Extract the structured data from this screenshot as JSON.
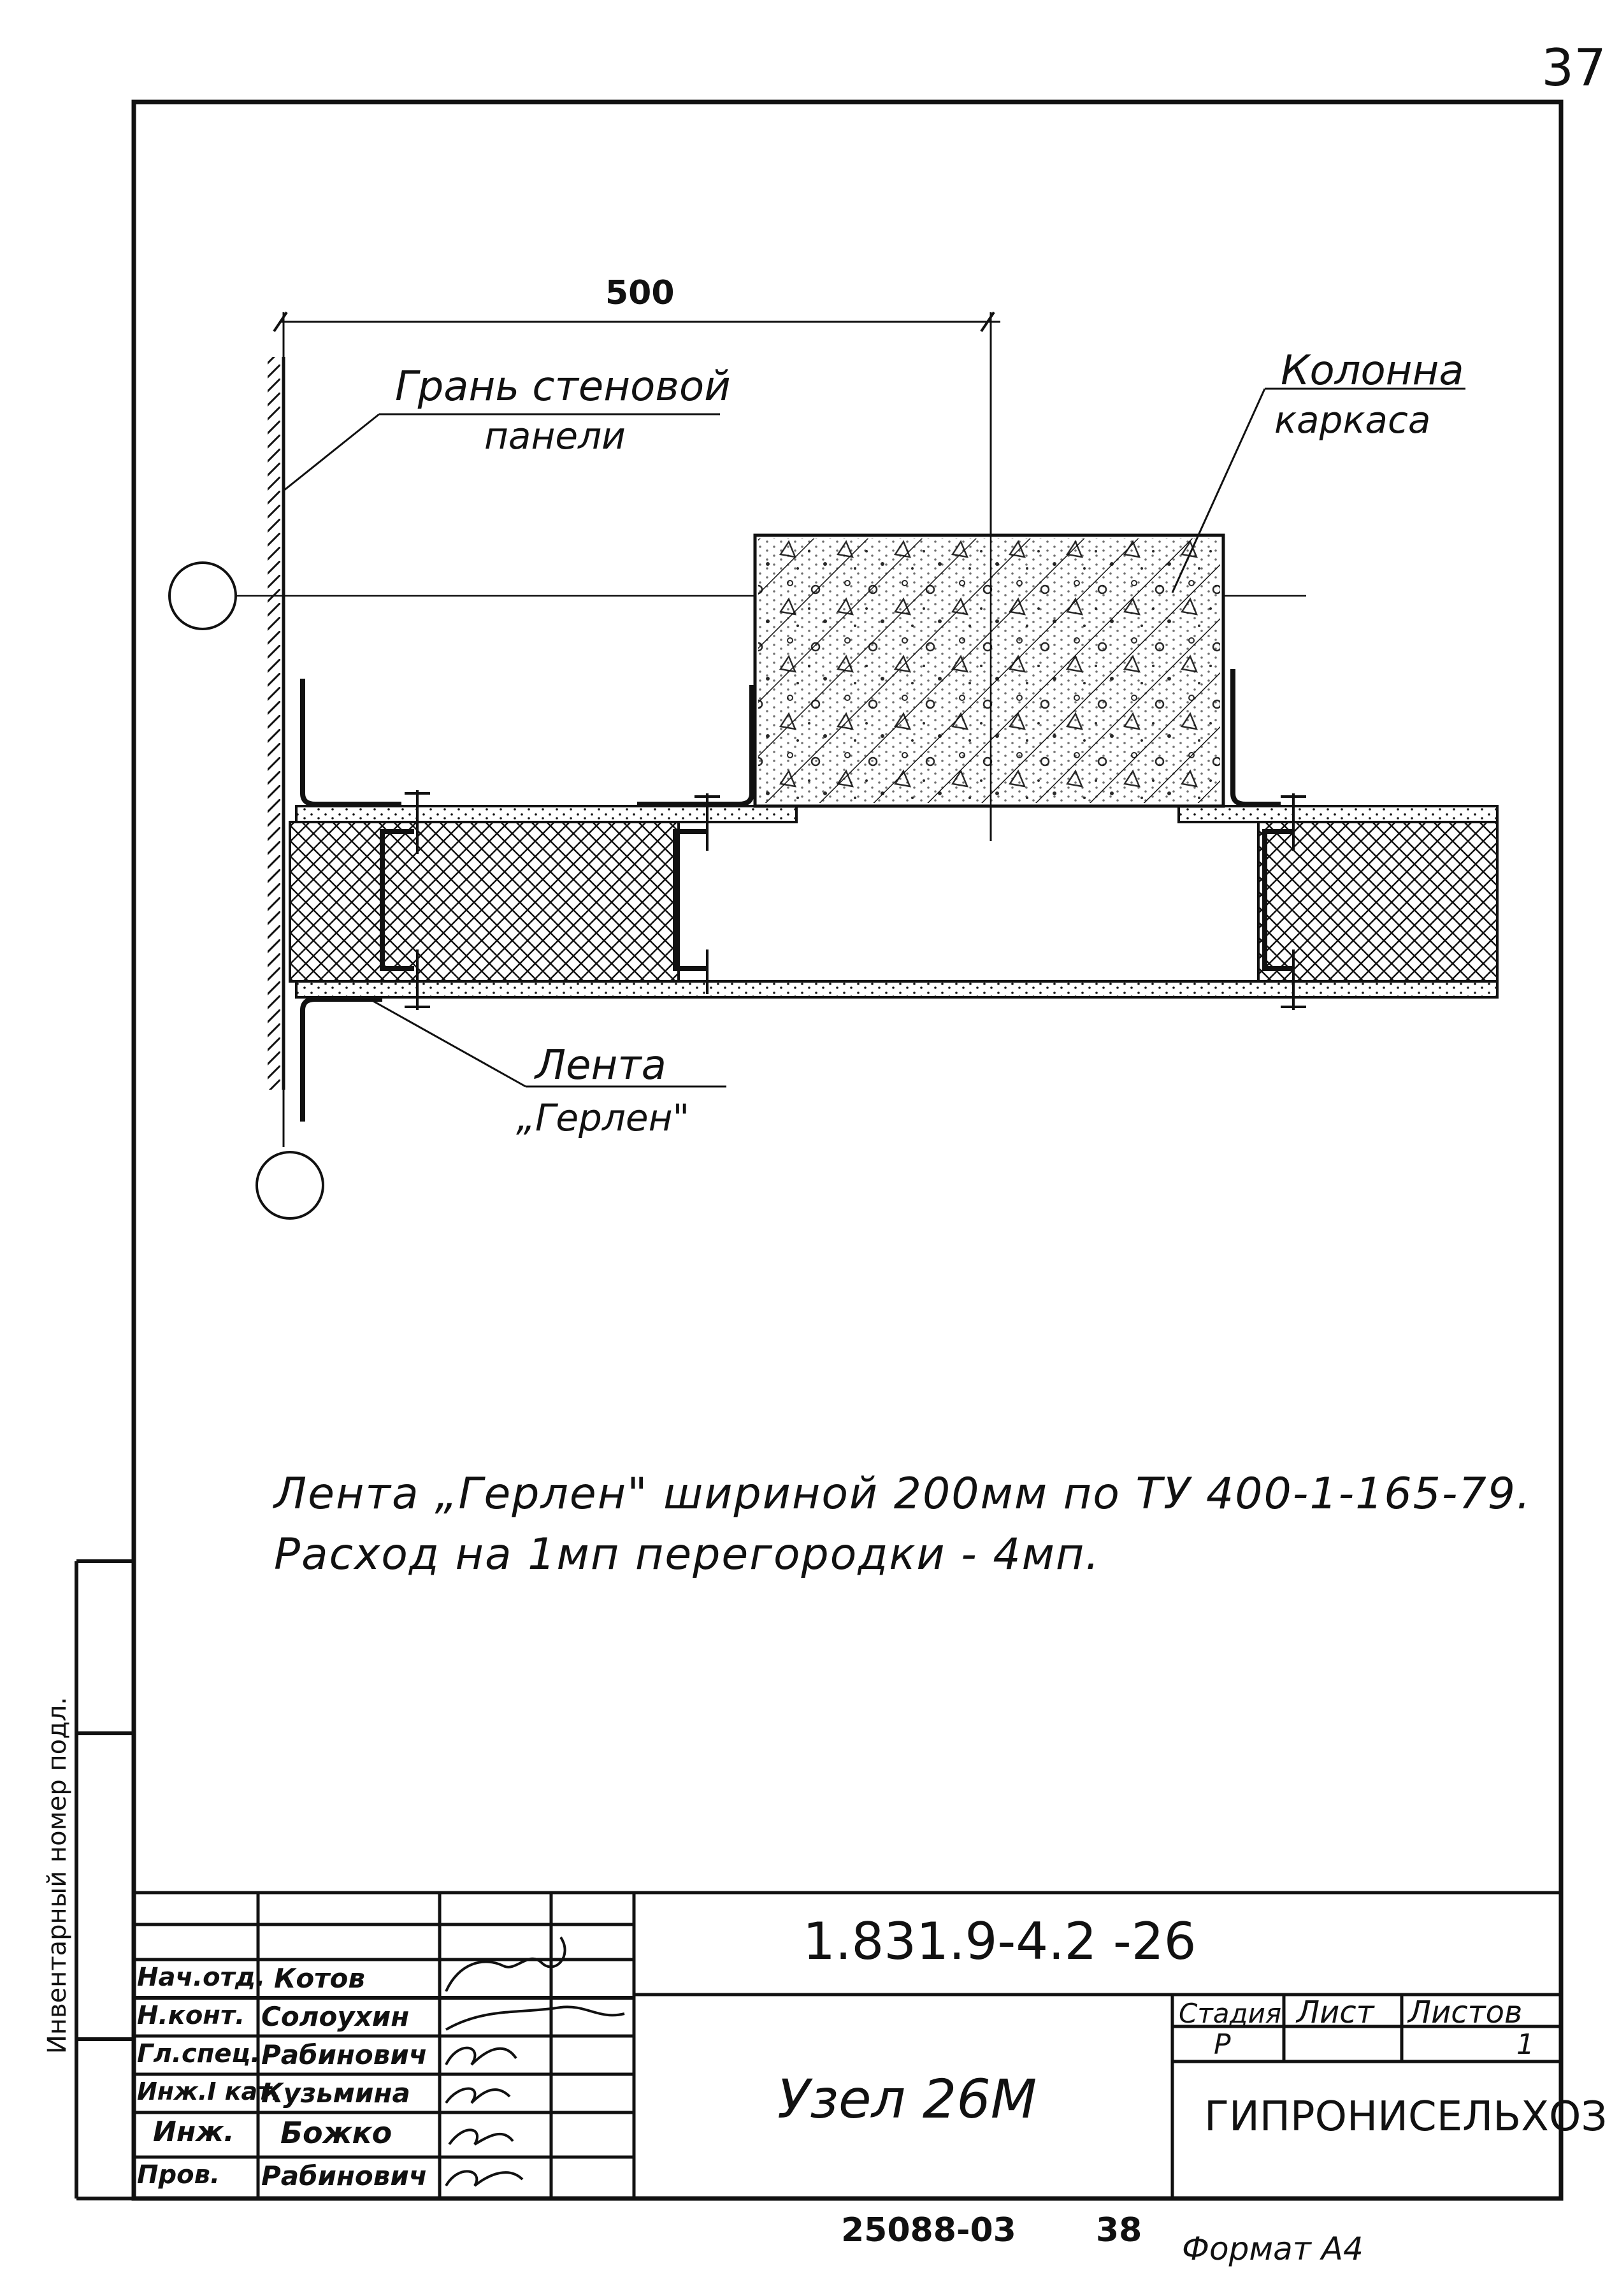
{
  "page_number": "37",
  "drawing": {
    "dimension_label": "500",
    "label_wall_panel": [
      "Грань стеновой",
      "панели"
    ],
    "label_column": [
      "Колонна",
      "каркаса"
    ],
    "label_tape": [
      "Лента",
      "„Герлен\""
    ]
  },
  "notes": [
    "Лента „Герлен\" шириной 200мм по ТУ 400-1-165-79.",
    "Расход на 1мп перегородки - 4мп."
  ],
  "side_stamp": "Инвентарный номер подл.",
  "title_block": {
    "designation": "1.831.9-4.2 -26",
    "name": "Узел 26М",
    "organization": "ГИПРОНИСЕЛЬХОЗ",
    "stage_header": "Стадия",
    "sheet_header": "Лист",
    "sheets_header": "Листов",
    "stage": "Р",
    "sheet": "",
    "sheets": "1",
    "signatures": [
      {
        "role": "Нач.отд.",
        "name": "Котов"
      },
      {
        "role": "Н.конт.",
        "name": "Солоухин"
      },
      {
        "role": "Гл.спец.",
        "name": "Рабинович"
      },
      {
        "role": "Инж.I кат.",
        "name": "Кузьмина"
      },
      {
        "role": "Инж.",
        "name": "Божко"
      },
      {
        "role": "Пров.",
        "name": "Рабинович"
      }
    ]
  },
  "footer": {
    "code": "25088-03",
    "number": "38",
    "format": "Формат А4"
  }
}
